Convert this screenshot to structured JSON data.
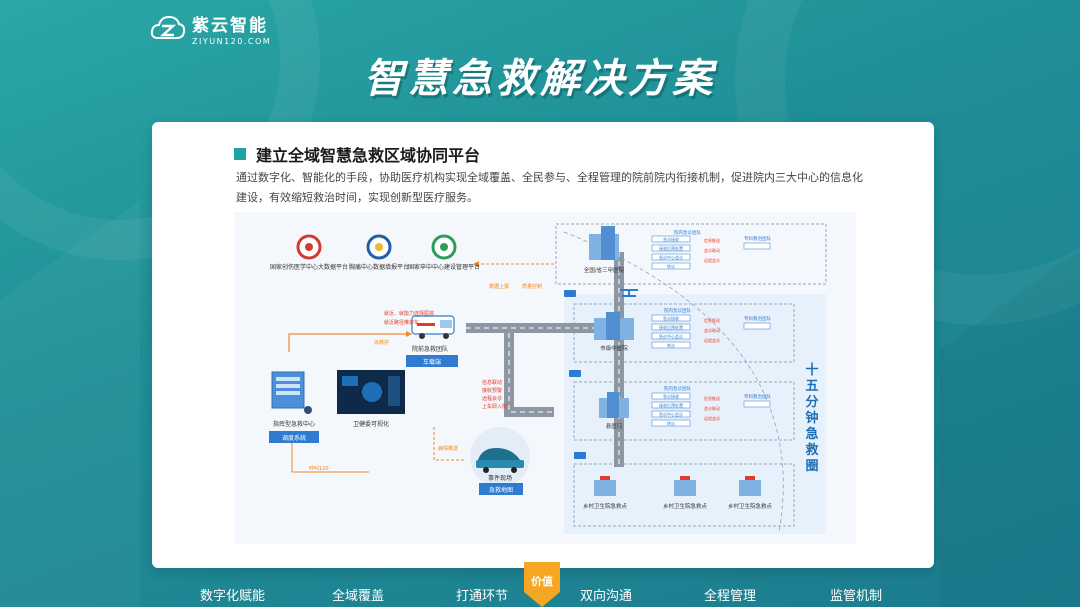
{
  "brand": {
    "name_cn": "紫云智能",
    "name_en": "ZIYUN120.COM"
  },
  "title": "智慧急救解决方案",
  "section": {
    "heading": "建立全域智慧急救区域协同平台",
    "description": "通过数字化、智能化的手段，协助医疗机构实现全域覆盖、全民参与、全程管理的院前院内衔接机制，促进院内三大中心的信息化建设，有效缩短救治时间，实现创新型医疗服务。"
  },
  "diagram": {
    "top_centers": [
      "国家创伤医学中心大数据平台",
      "胸痛中心数据填报平台",
      "国家卒中中心建设管理平台"
    ],
    "ambulance": {
      "team": "院前急救团队",
      "tag": "车载端",
      "note1": "就近、就能力选择医院",
      "note2": "就近路径推护车",
      "dispatch": "派救护"
    },
    "dispatch_center": {
      "label": "指挥型急救中心",
      "tag": "调度系统"
    },
    "health_vis": "卫健委可视化",
    "event": {
      "label": "事件现场",
      "tag": "急救地图"
    },
    "call": "呼叫120",
    "info_link": "病情推送",
    "upload": "数据上报",
    "quality": "质量控制",
    "side_notes": [
      "信息联动",
      "接收预警",
      "远程会诊",
      "上车即入院"
    ],
    "hospitals": [
      {
        "name": "全国/省三甲医院",
        "team": "院内急诊团队",
        "specialty": "专科救治团队"
      },
      {
        "name": "市级中医院",
        "team": "院内急诊团队",
        "specialty": "专科救治团队"
      },
      {
        "name": "县医院",
        "team": "院内急诊团队",
        "specialty": "专科救治团队"
      }
    ],
    "steps": [
      "急诊接收",
      "接收后预处置",
      "急诊中心会诊",
      "转诊"
    ],
    "actions": [
      "信息推送",
      "会诊联动",
      "远程会诊"
    ],
    "clinics": [
      "乡村卫生院急救点",
      "乡村卫生院急救点",
      "乡村卫生院急救点"
    ],
    "fifteen_min": "十五分钟急救圈"
  },
  "bottom": {
    "items": [
      "数字化赋能",
      "全域覆盖",
      "打通环节",
      "双向沟通",
      "全程管理",
      "监管机制"
    ],
    "value_label": "价值"
  },
  "colors": {
    "accent": "#1fa3a0",
    "blue": "#2f7bd1",
    "orange": "#f08a24",
    "red": "#e23b2e"
  }
}
